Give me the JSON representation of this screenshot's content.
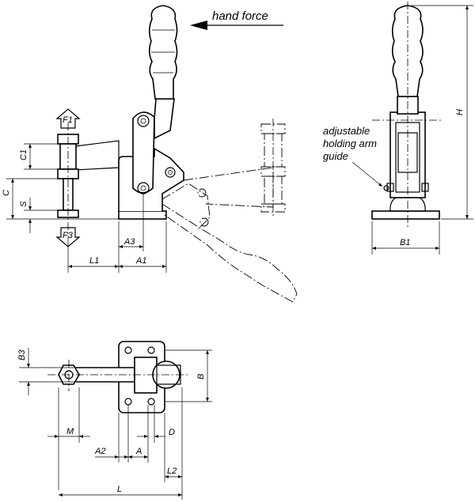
{
  "annotations": {
    "hand_force": "hand force",
    "adjustable_line1": "adjustable",
    "adjustable_line2": "holding arm",
    "adjustable_line3": "guide"
  },
  "dimensions": {
    "F1": "F1",
    "F3": "F3",
    "C1": "C1",
    "C": "C",
    "S": "S",
    "A3": "A3",
    "L1": "L1",
    "A1": "A1",
    "H": "H",
    "B1": "B1",
    "B3": "B3",
    "B": "B",
    "M": "M",
    "D": "D",
    "A2": "A2",
    "A": "A",
    "L2": "L2",
    "L": "L"
  }
}
